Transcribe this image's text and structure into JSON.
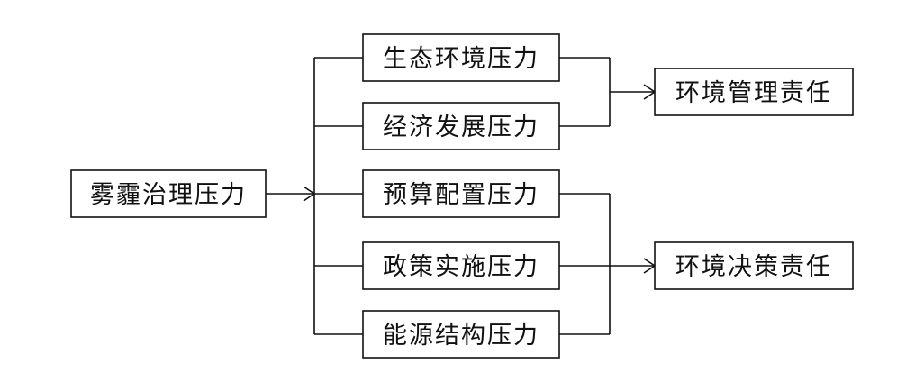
{
  "diagram": {
    "source": {
      "label": "雾霾治理压力"
    },
    "pressures": [
      {
        "label": "生态环境压力"
      },
      {
        "label": "经济发展压力"
      },
      {
        "label": "预算配置压力"
      },
      {
        "label": "政策实施压力"
      },
      {
        "label": "能源结构压力"
      }
    ],
    "responsibilities": [
      {
        "label": "环境管理责任"
      },
      {
        "label": "环境决策责任"
      }
    ]
  }
}
